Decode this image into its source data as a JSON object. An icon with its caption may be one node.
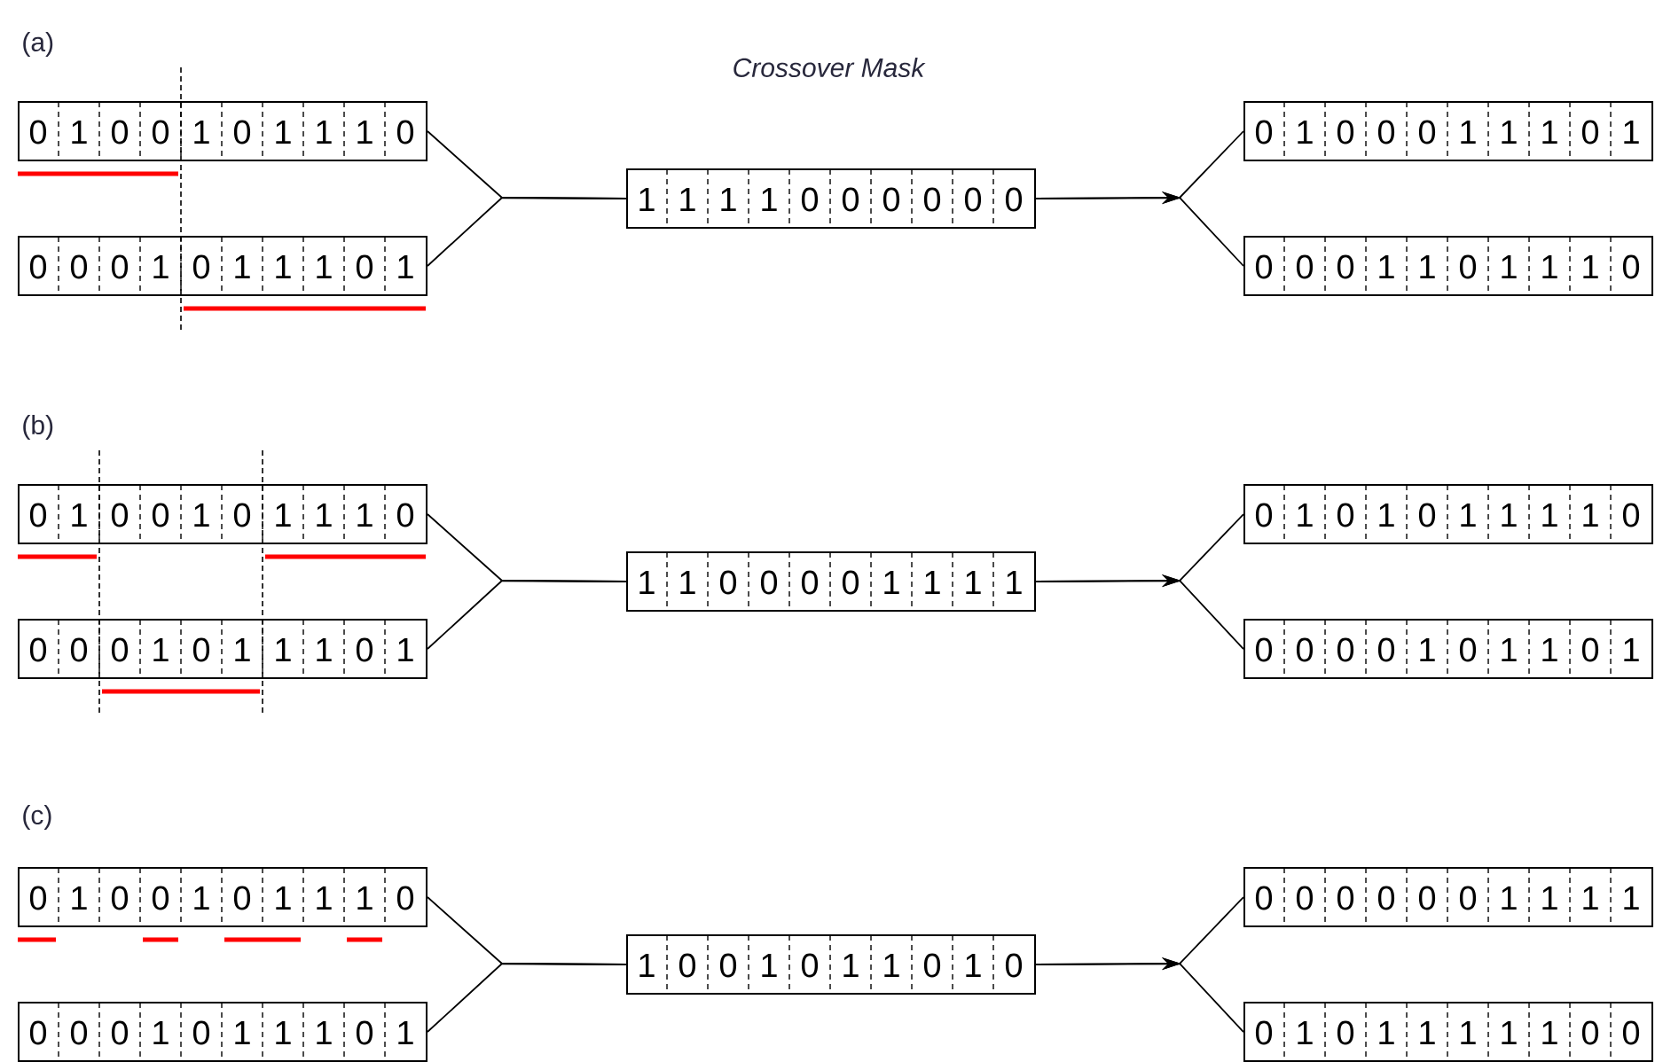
{
  "diagram": {
    "nodes": [
      {
        "text": [
          "0",
          "1",
          "0",
          "0",
          "1",
          "0",
          "1",
          "1",
          "1",
          "0"
        ]
      },
      {
        "text": [
          "0",
          "0",
          "0",
          "1",
          "0",
          "1",
          "1",
          "1",
          "0",
          "1"
        ]
      },
      {
        "text": [
          "1",
          "1",
          "1",
          "1",
          "0",
          "0",
          "0",
          "0",
          "0",
          "0"
        ]
      },
      {
        "text": [
          "0",
          "1",
          "0",
          "0",
          "0",
          "1",
          "1",
          "1",
          "0",
          "1"
        ]
      },
      {
        "text": [
          "0",
          "0",
          "0",
          "1",
          "1",
          "0",
          "1",
          "1",
          "1",
          "0"
        ]
      },
      {
        "text": [
          "0",
          "1",
          "0",
          "0",
          "1",
          "0",
          "1",
          "1",
          "1",
          "0"
        ]
      },
      {
        "text": [
          "0",
          "0",
          "0",
          "1",
          "0",
          "1",
          "1",
          "1",
          "0",
          "1"
        ]
      },
      {
        "text": [
          "1",
          "1",
          "0",
          "0",
          "0",
          "0",
          "1",
          "1",
          "1",
          "1"
        ]
      },
      {
        "text": [
          "0",
          "1",
          "0",
          "1",
          "0",
          "1",
          "1",
          "1",
          "1",
          "0"
        ]
      },
      {
        "text": [
          "0",
          "0",
          "0",
          "0",
          "1",
          "0",
          "1",
          "1",
          "0",
          "1"
        ]
      },
      {
        "text": [
          "0",
          "1",
          "0",
          "0",
          "1",
          "0",
          "1",
          "1",
          "1",
          "0"
        ]
      },
      {
        "text": [
          "0",
          "0",
          "0",
          "1",
          "0",
          "1",
          "1",
          "1",
          "0",
          "1"
        ]
      },
      {
        "text": [
          "1",
          "0",
          "0",
          "1",
          "0",
          "1",
          "1",
          "0",
          "1",
          "0"
        ]
      },
      {
        "text": [
          "0",
          "0",
          "0",
          "0",
          "0",
          "0",
          "1",
          "1",
          "1",
          "1"
        ]
      },
      {
        "text": [
          "0",
          "1",
          "0",
          "1",
          "1",
          "1",
          "1",
          "1",
          "0",
          "0"
        ]
      }
    ],
    "edges": [
      {
        "from": 0,
        "to": 2,
        "arrow": "none"
      },
      {
        "from": 1,
        "to": 2,
        "arrow": "none"
      },
      {
        "from": 2,
        "to": 3,
        "arrow": "to"
      },
      {
        "from": 2,
        "to": 4,
        "arrow": "to"
      },
      {
        "from": 5,
        "to": 7,
        "arrow": "none"
      },
      {
        "from": 6,
        "to": 7,
        "arrow": "none"
      },
      {
        "from": 7,
        "to": 8,
        "arrow": "to"
      },
      {
        "from": 7,
        "to": 9,
        "arrow": "to"
      },
      {
        "from": 10,
        "to": 12,
        "arrow": "none"
      },
      {
        "from": 11,
        "to": 12,
        "arrow": "none"
      },
      {
        "from": 12,
        "to": 13,
        "arrow": "to"
      },
      {
        "from": 12,
        "to": 14,
        "arrow": "to"
      }
    ],
    "labels": [
      "(a)",
      "Crossover Mask",
      "(b)",
      "(c)"
    ]
  }
}
